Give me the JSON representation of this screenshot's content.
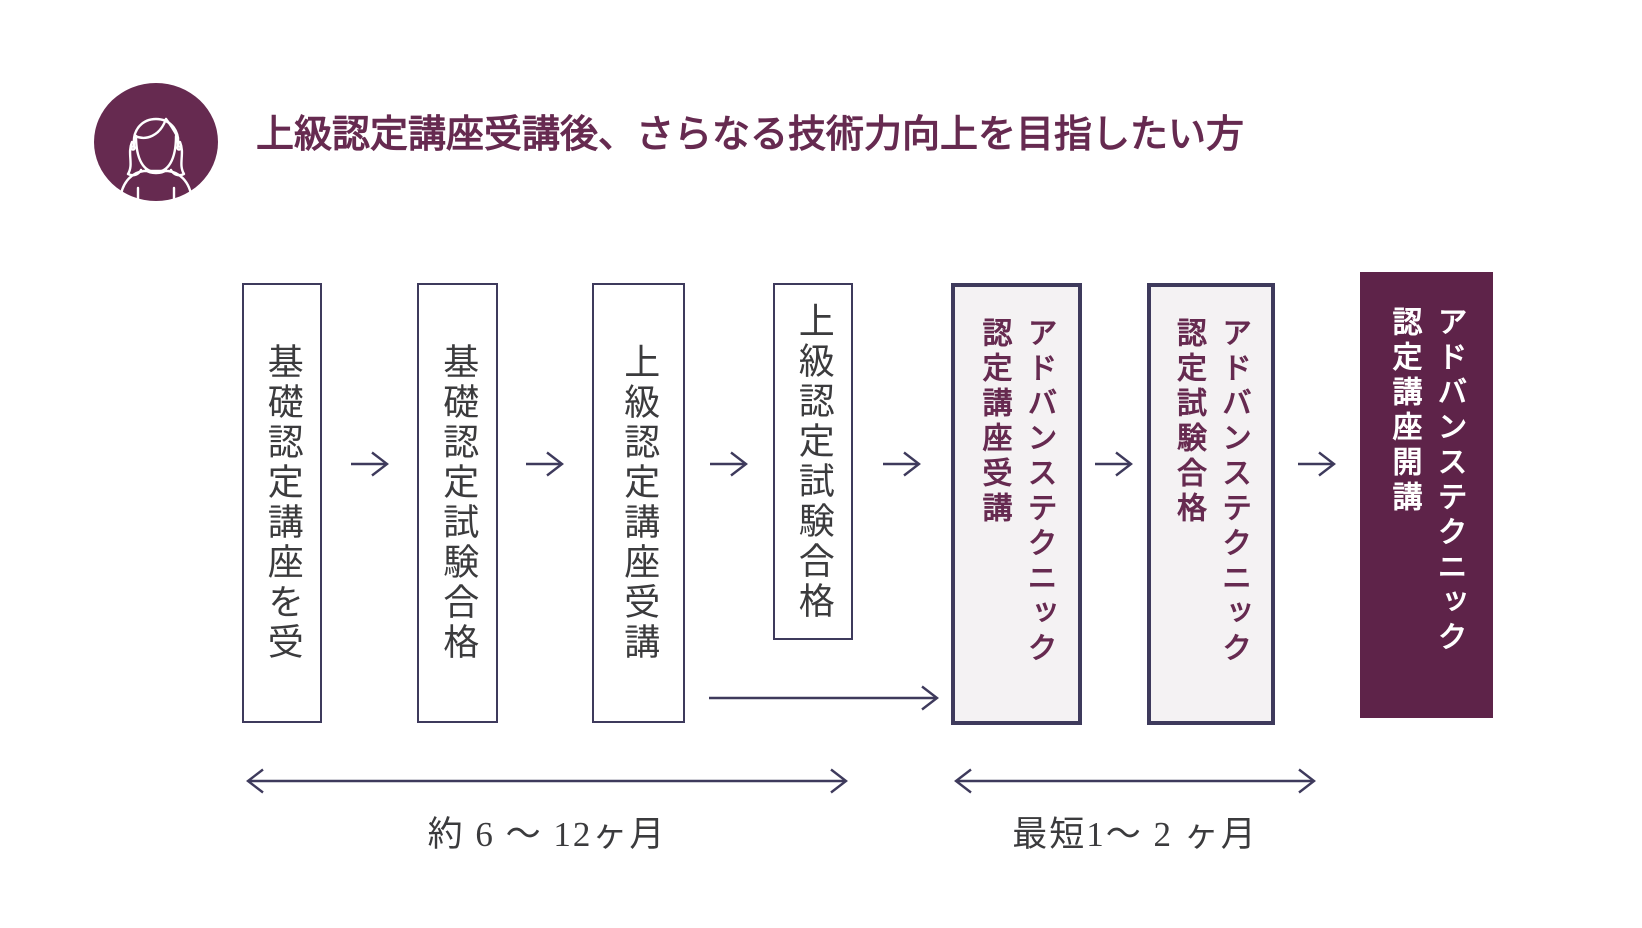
{
  "colors": {
    "plum": "#662a50",
    "plum-deep": "#5e2349",
    "navy": "#3e3a5c",
    "ink": "#3b3b3d",
    "panel": "#f4f2f3"
  },
  "header": {
    "avatar_icon": "woman-avatar-icon",
    "title": "上級認定講座受講後、さらなる技術力向上を目指したい方"
  },
  "flow": {
    "steps": [
      {
        "label": "基礎認定講座を受",
        "variant": "outline"
      },
      {
        "label": "基礎認定試験合格",
        "variant": "outline"
      },
      {
        "label": "上級認定講座受講",
        "variant": "outline"
      },
      {
        "label": "上級認定試験合格",
        "variant": "outline"
      },
      {
        "label_line1": "アドバンステクニック",
        "label_line2": "認定講座受講",
        "variant": "highlight"
      },
      {
        "label_line1": "アドバンステクニック",
        "label_line2": "認定試験合格",
        "variant": "highlight"
      },
      {
        "label_line1": "アドバンステクニック",
        "label_line2": "認定講座開講",
        "variant": "filled"
      }
    ]
  },
  "timeline": {
    "phase1_label": "約 6 〜 12ヶ月",
    "phase2_label": "最短1〜 2 ヶ月"
  }
}
